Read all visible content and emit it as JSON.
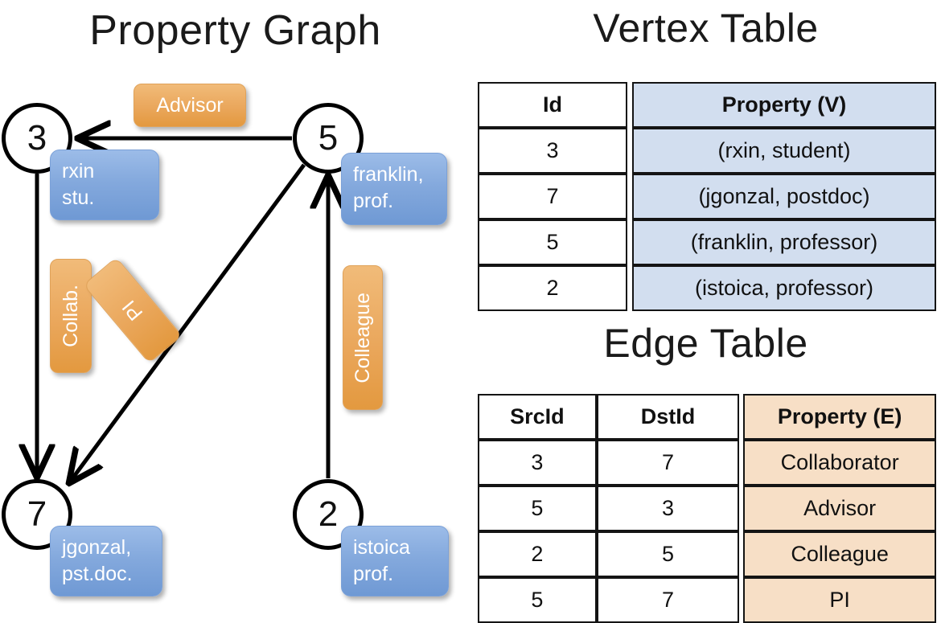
{
  "titles": {
    "property_graph": "Property Graph",
    "vertex_table": "Vertex Table",
    "edge_table": "Edge Table"
  },
  "colors": {
    "vertex_header_fill": "#d2deef",
    "edge_header_fill": "#f7dfc6",
    "badge_orange": "#eaa75c",
    "property_blue": "#84a9dd",
    "stroke": "#141414"
  },
  "graph": {
    "nodes": [
      {
        "id": "3",
        "label": "3",
        "property_lines": [
          "rxin",
          "stu."
        ]
      },
      {
        "id": "5",
        "label": "5",
        "property_lines": [
          "franklin,",
          "prof."
        ]
      },
      {
        "id": "7",
        "label": "7",
        "property_lines": [
          "jgonzal,",
          "pst.doc."
        ]
      },
      {
        "id": "2",
        "label": "2",
        "property_lines": [
          "istoica",
          "prof."
        ]
      }
    ],
    "edge_labels": {
      "advisor": "Advisor",
      "collab": "Collab.",
      "pi": "PI",
      "colleague": "Colleague"
    },
    "edges": [
      {
        "src": "5",
        "dst": "3",
        "label": "Advisor"
      },
      {
        "src": "3",
        "dst": "7",
        "label": "Collab."
      },
      {
        "src": "5",
        "dst": "7",
        "label": "PI"
      },
      {
        "src": "2",
        "dst": "5",
        "label": "Colleague"
      }
    ]
  },
  "vertex_table": {
    "headers": [
      "Id",
      "Property (V)"
    ],
    "rows": [
      {
        "id": "3",
        "property": "(rxin, student)"
      },
      {
        "id": "7",
        "property": "(jgonzal, postdoc)"
      },
      {
        "id": "5",
        "property": "(franklin, professor)"
      },
      {
        "id": "2",
        "property": "(istoica, professor)"
      }
    ]
  },
  "edge_table": {
    "headers": [
      "SrcId",
      "DstId",
      "Property (E)"
    ],
    "rows": [
      {
        "src": "3",
        "dst": "7",
        "property": "Collaborator"
      },
      {
        "src": "5",
        "dst": "3",
        "property": "Advisor"
      },
      {
        "src": "2",
        "dst": "5",
        "property": "Colleague"
      },
      {
        "src": "5",
        "dst": "7",
        "property": "PI"
      }
    ]
  }
}
